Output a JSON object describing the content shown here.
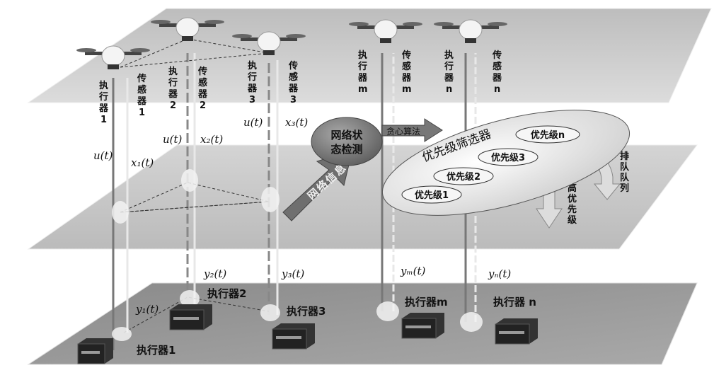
{
  "drones": [
    {
      "actuator": [
        "执",
        "行",
        "器",
        "1"
      ],
      "sensor": [
        "传",
        "感",
        "器",
        "1"
      ]
    },
    {
      "actuator": [
        "执",
        "行",
        "器",
        "2"
      ],
      "sensor": [
        "传",
        "感",
        "器",
        "2"
      ]
    },
    {
      "actuator": [
        "执",
        "行",
        "器",
        "3"
      ],
      "sensor": [
        "传",
        "感",
        "器",
        "3"
      ]
    },
    {
      "actuator": [
        "执",
        "行",
        "器",
        "m"
      ],
      "sensor": [
        "传",
        "感",
        "器",
        "m"
      ]
    },
    {
      "actuator": [
        "执",
        "行",
        "器",
        "n"
      ],
      "sensor": [
        "传",
        "感",
        "器",
        "n"
      ]
    }
  ],
  "signals": {
    "u1": "u(t)",
    "x1": "x₁(t)",
    "u2": "u(t)",
    "x2": "x₂(t)",
    "u3": "u(t)",
    "x3": "x₃(t)",
    "y1": "y₁(t)",
    "y2": "y₂(t)",
    "y3": "y₃(t)",
    "ym": "yₘ(t)",
    "yn": "yₙ(t)"
  },
  "middle": {
    "network_detect": [
      "网络状",
      "态检测"
    ],
    "greedy": "贪心算法",
    "network_info": [
      "网",
      "络",
      "信",
      "息"
    ],
    "filter_title": "优先级筛选器",
    "priorities": [
      "优先级n",
      "优先级3",
      "优先级2",
      "优先级1"
    ],
    "queue": [
      "排",
      "队",
      "队",
      "列"
    ],
    "high_priority": [
      "高",
      "优",
      "先",
      "级"
    ]
  },
  "devices": [
    "执行器1",
    "执行器2",
    "执行器3",
    "执行器m",
    "执行器 n"
  ]
}
